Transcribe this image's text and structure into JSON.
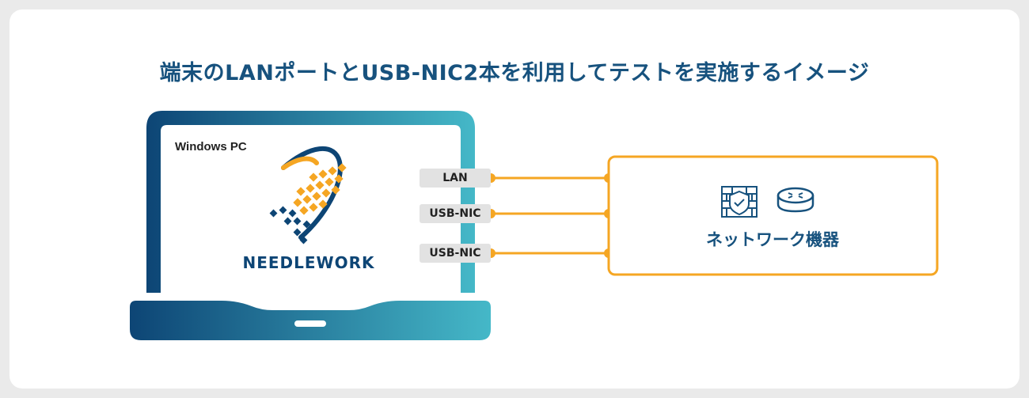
{
  "diagram": {
    "title": "端末のLANポートとUSB-NIC2本を利用してテストを実施するイメージ",
    "pc": {
      "label": "Windows PC",
      "brand": "NEEDLEWORK"
    },
    "ports": [
      {
        "id": "lan",
        "label": "LAN"
      },
      {
        "id": "usb1",
        "label": "USB-NIC"
      },
      {
        "id": "usb2",
        "label": "USB-NIC"
      }
    ],
    "device": {
      "label": "ネットワーク機器",
      "icons": [
        "firewall-shield-icon",
        "router-icon"
      ]
    }
  },
  "colors": {
    "title": "#17527e",
    "connector": "#f5a623",
    "laptop_dark": "#0d4575",
    "laptop_light": "#45b8c8",
    "port_bg": "#e2e2e2",
    "device_border": "#f5a623"
  }
}
